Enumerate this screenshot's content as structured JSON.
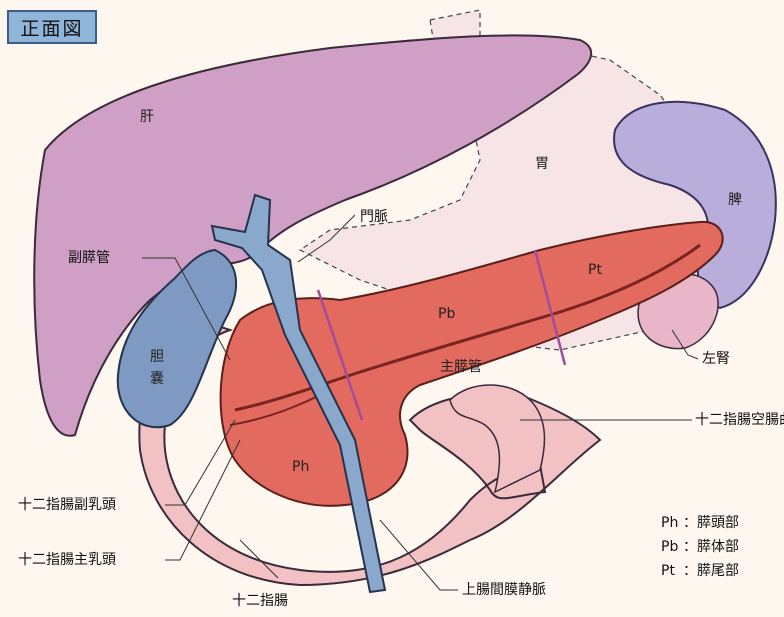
{
  "title": "正面図",
  "organs": {
    "liver": "肝",
    "stomach": "胃",
    "spleen": "脾",
    "gallbladder_1": "胆",
    "gallbladder_2": "嚢",
    "ph": "Ph",
    "pb": "Pb",
    "pt": "Pt",
    "main_duct": "主膵管"
  },
  "callouts": {
    "portal_vein": "門脈",
    "accessory_duct": "副膵管",
    "left_kidney": "左腎",
    "flexure": "十二指腸空腸曲",
    "minor_papilla": "十二指腸副乳頭",
    "major_papilla": "十二指腸主乳頭",
    "duodenum": "十二指腸",
    "smv": "上腸間膜静脈"
  },
  "legend": [
    {
      "abbr": "Ph",
      "sep": "：",
      "text": "膵頭部"
    },
    {
      "abbr": "Pb",
      "sep": "：",
      "text": "膵体部"
    },
    {
      "abbr": "Pt",
      "sep": "：",
      "text": "膵尾部"
    }
  ],
  "colors": {
    "liver": "#cf9fc5",
    "stomach": "#f6e4e6",
    "spleen": "#b9addc",
    "pancreas": "#e36a5e",
    "duodenum": "#f2c1c4",
    "vein": "#8aa7cc",
    "gallbladder": "#7f9ac2"
  }
}
